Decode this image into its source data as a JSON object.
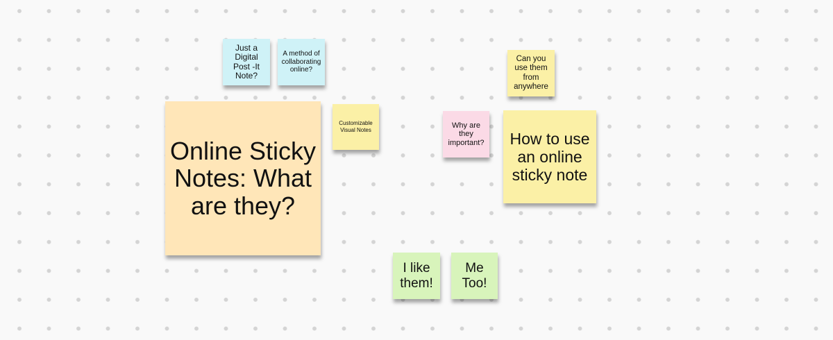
{
  "board": {
    "background_color": "#f9f9f9",
    "dot_color": "#d4d4d4"
  },
  "notes": {
    "what_are_they": {
      "text": "Online Sticky Notes: What are they?",
      "color": "#ffe6b8"
    },
    "digital_postit": {
      "text": "Just a Digital Post -It Note?",
      "color": "#cff2f7"
    },
    "collaborating": {
      "text": "A method of collaborating online?",
      "color": "#cff2f7"
    },
    "customizable": {
      "text": "Customizable Visual Notes",
      "color": "#fbf0a6"
    },
    "why_important": {
      "text": "Why are they important?",
      "color": "#fbdae6"
    },
    "from_anywhere": {
      "text": "Can you use them from anywhere",
      "color": "#fbf0a6"
    },
    "how_to_use": {
      "text": "How to use an online sticky note",
      "color": "#fbf0a6"
    },
    "i_like_them": {
      "text": "I like them!",
      "color": "#d8f4bb"
    },
    "me_too": {
      "text": "Me Too!",
      "color": "#d8f4bb"
    }
  }
}
